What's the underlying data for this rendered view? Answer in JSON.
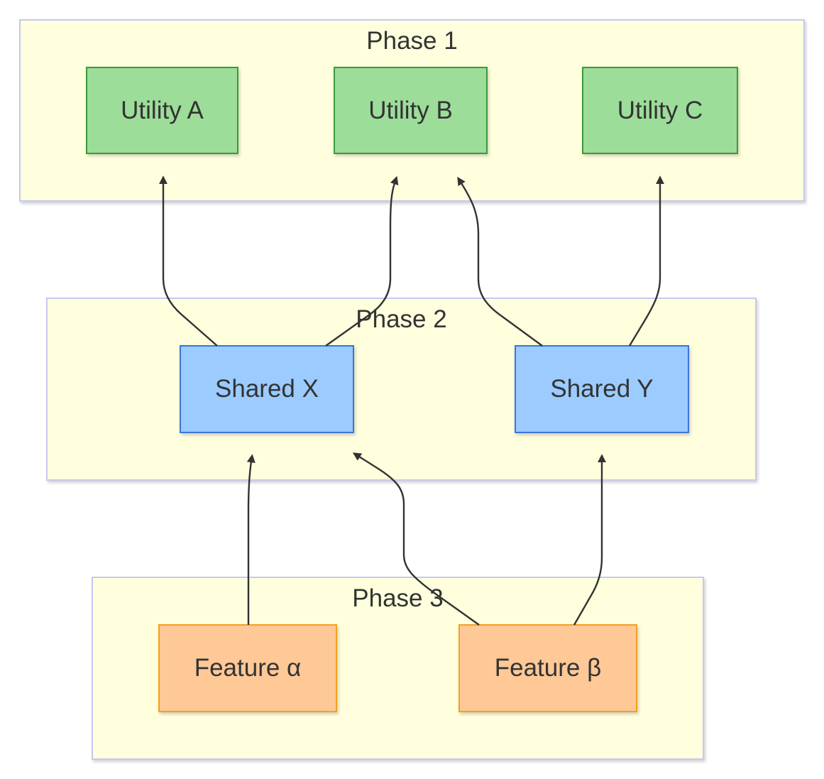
{
  "clusters": {
    "phase1": {
      "label": "Phase 1"
    },
    "phase2": {
      "label": "Phase 2"
    },
    "phase3": {
      "label": "Phase 3"
    }
  },
  "nodes": {
    "utility_a": {
      "label": "Utility A"
    },
    "utility_b": {
      "label": "Utility B"
    },
    "utility_c": {
      "label": "Utility C"
    },
    "shared_x": {
      "label": "Shared X"
    },
    "shared_y": {
      "label": "Shared Y"
    },
    "feature_alpha": {
      "label": "Feature α"
    },
    "feature_beta": {
      "label": "Feature β"
    }
  },
  "edges": [
    {
      "from": "Shared X",
      "to": "Utility A"
    },
    {
      "from": "Shared X",
      "to": "Utility B"
    },
    {
      "from": "Shared Y",
      "to": "Utility B"
    },
    {
      "from": "Shared Y",
      "to": "Utility C"
    },
    {
      "from": "Feature α",
      "to": "Shared X"
    },
    {
      "from": "Feature β",
      "to": "Shared X"
    },
    {
      "from": "Feature β",
      "to": "Shared Y"
    }
  ],
  "colors": {
    "cluster_fill": "#ffffde",
    "cluster_border": "#c8c8f0",
    "utility_fill": "#9cdd9a",
    "shared_fill": "#9bcbff",
    "feature_fill": "#fec897",
    "edge": "#333333"
  }
}
